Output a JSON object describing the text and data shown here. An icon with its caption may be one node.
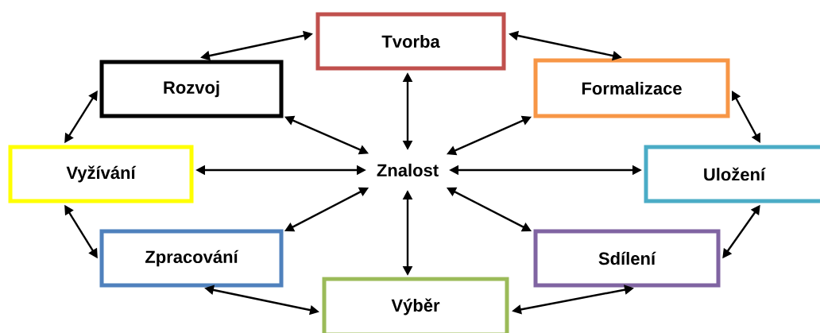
{
  "diagram": {
    "nodes": [
      {
        "text": [
          "Tvorba"
        ]
      },
      {
        "text": [
          "Rozvoj"
        ]
      },
      {
        "text": [
          "Formalizace"
        ]
      },
      {
        "text": [
          "Vyžívání"
        ]
      },
      {
        "text": [
          "Znalost"
        ]
      },
      {
        "text": [
          "Uložení"
        ]
      },
      {
        "text": [
          "Zpracování"
        ]
      },
      {
        "text": [
          "Sdílení"
        ]
      },
      {
        "text": [
          "Výběr"
        ]
      }
    ],
    "edges": [
      {
        "from": 1,
        "to": 0,
        "arrow": "both"
      },
      {
        "from": 0,
        "to": 2,
        "arrow": "both"
      },
      {
        "from": 2,
        "to": 5,
        "arrow": "both"
      },
      {
        "from": 5,
        "to": 7,
        "arrow": "both"
      },
      {
        "from": 7,
        "to": 8,
        "arrow": "both"
      },
      {
        "from": 8,
        "to": 6,
        "arrow": "both"
      },
      {
        "from": 6,
        "to": 3,
        "arrow": "both"
      },
      {
        "from": 3,
        "to": 1,
        "arrow": "both"
      },
      {
        "from": 4,
        "to": 0,
        "arrow": "both"
      },
      {
        "from": 4,
        "to": 2,
        "arrow": "both"
      },
      {
        "from": 4,
        "to": 5,
        "arrow": "both"
      },
      {
        "from": 4,
        "to": 7,
        "arrow": "both"
      },
      {
        "from": 4,
        "to": 8,
        "arrow": "both"
      },
      {
        "from": 4,
        "to": 6,
        "arrow": "both"
      },
      {
        "from": 4,
        "to": 3,
        "arrow": "both"
      },
      {
        "from": 4,
        "to": 1,
        "arrow": "both"
      }
    ]
  }
}
